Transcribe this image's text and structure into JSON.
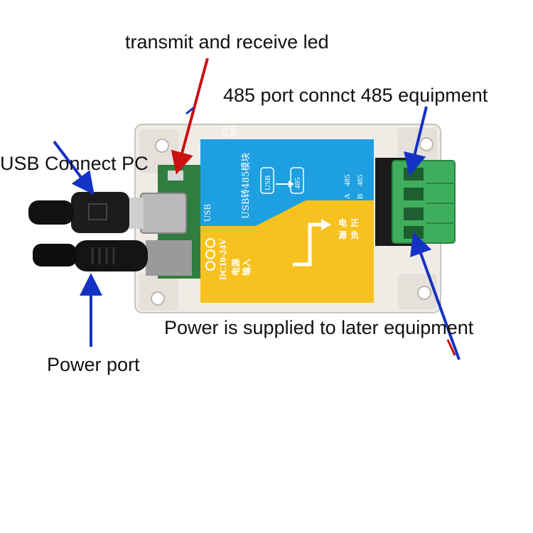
{
  "labels": {
    "led": "transmit and receive led",
    "usb_pc": "USB Connect PC",
    "rs485": "485 port connct 485 equipment",
    "power_supply": "Power is supplied to later equipment",
    "power_port": "Power port"
  },
  "board": {
    "usb_text": "USB",
    "title_cn": "USB转485模块",
    "usb_box": "USB",
    "box_485": "485",
    "port_485_a": "485",
    "port_485_b": "485",
    "pin_a": "A",
    "pin_b": "B",
    "dc_range": "DC10-24V",
    "power_in_cn_1": "电源",
    "power_in_cn_2": "输入",
    "out_cn_1": "电",
    "out_cn_2": "源",
    "out_cn_3": "正",
    "out_cn_4": "负",
    "led_cn_1": "发送",
    "led_cn_2": "接收"
  },
  "colors": {
    "blue_panel": "#1e9fe0",
    "yellow_panel": "#f7c21f",
    "green_terminal": "#3fae5c",
    "case": "#efece6",
    "arrow_blue": "#1433c4",
    "arrow_red": "#cc1111"
  }
}
